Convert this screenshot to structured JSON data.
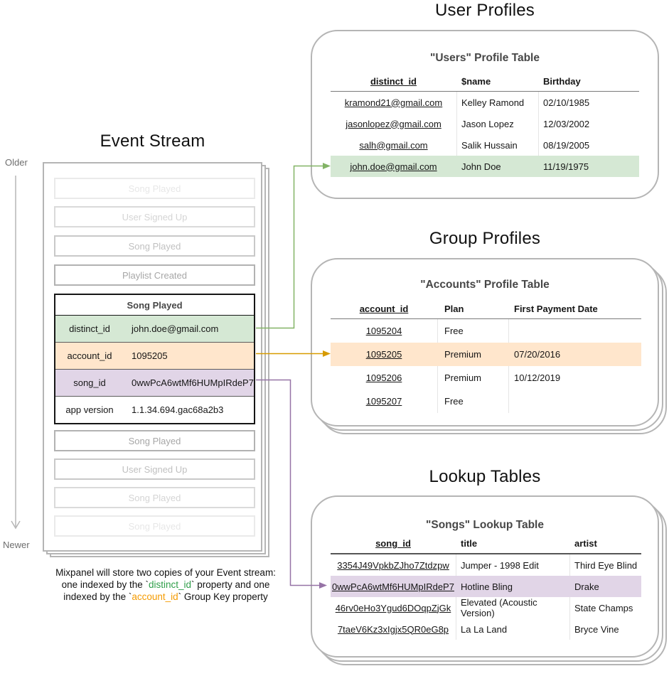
{
  "event_stream": {
    "title": "Event Stream",
    "older_label": "Older",
    "newer_label": "Newer",
    "older_events": [
      "Song Played",
      "User Signed Up",
      "Song Played",
      "Playlist Created"
    ],
    "expanded_event": {
      "title": "Song Played",
      "properties": [
        {
          "key": "distinct_id",
          "value": "john.doe@gmail.com"
        },
        {
          "key": "account_id",
          "value": "1095205"
        },
        {
          "key": "song_id",
          "value": "0wwPcA6wtMf6HUMpIRdeP7"
        },
        {
          "key": "app version",
          "value": "1.1.34.694.gac68a2b3"
        }
      ]
    },
    "newer_events": [
      "Song Played",
      "User Signed Up",
      "Song Played",
      "Song Played"
    ]
  },
  "caption": {
    "line1": "Mixpanel will store two copies of your Event stream:",
    "line2_pre": "one indexed by the `",
    "line2_key": "distinct_id",
    "line2_post": "` property and one",
    "line3_pre": "indexed by the `",
    "line3_key": "account_id",
    "line3_post": "` Group Key property"
  },
  "user_profiles": {
    "section_title": "User Profiles",
    "table_title": "\"Users\" Profile Table",
    "headers": [
      "distinct_id",
      "$name",
      "Birthday"
    ],
    "rows": [
      [
        "kramond21@gmail.com",
        "Kelley Ramond",
        "02/10/1985"
      ],
      [
        "jasonlopez@gmail.com",
        "Jason Lopez",
        "12/03/2002"
      ],
      [
        "salh@gmail.com",
        "Salik Hussain",
        "08/19/2005"
      ],
      [
        "john.doe@gmail.com",
        "John Doe",
        "11/19/1975"
      ]
    ],
    "highlighted_row_index": 3
  },
  "group_profiles": {
    "section_title": "Group Profiles",
    "table_title": "\"Accounts\" Profile Table",
    "headers": [
      "account_id",
      "Plan",
      "First Payment Date"
    ],
    "rows": [
      [
        "1095204",
        "Free",
        ""
      ],
      [
        "1095205",
        "Premium",
        "07/20/2016"
      ],
      [
        "1095206",
        "Premium",
        "10/12/2019"
      ],
      [
        "1095207",
        "Free",
        ""
      ]
    ],
    "highlighted_row_index": 1
  },
  "lookup_tables": {
    "section_title": "Lookup Tables",
    "table_title": "\"Songs\" Lookup Table",
    "headers": [
      "song_id",
      "title",
      "artist"
    ],
    "rows": [
      [
        "3354J49VpkbZJho7Ztdzpw",
        "Jumper - 1998 Edit",
        "Third Eye Blind"
      ],
      [
        "0wwPcA6wtMf6HUMpIRdeP7",
        "Hotline Bling",
        "Drake"
      ],
      [
        "46rv0eHo3Ygud6DOqpZjGk",
        "Elevated (Acoustic Version)",
        "State Champs"
      ],
      [
        "7taeV6Kz3xIgjx5QR0eG8p",
        "La La Land",
        "Bryce Vine"
      ]
    ],
    "highlighted_row_index": 1
  },
  "colors": {
    "green_fill": "#d5e8d4",
    "green_stroke": "#82b366",
    "orange_fill": "#ffe6cc",
    "orange_stroke": "#d79b00",
    "purple_fill": "#e1d5e7",
    "purple_stroke": "#9673a6",
    "caption_green": "#2e9e49",
    "caption_orange": "#f59b00",
    "card_border": "#b5b5b5"
  }
}
